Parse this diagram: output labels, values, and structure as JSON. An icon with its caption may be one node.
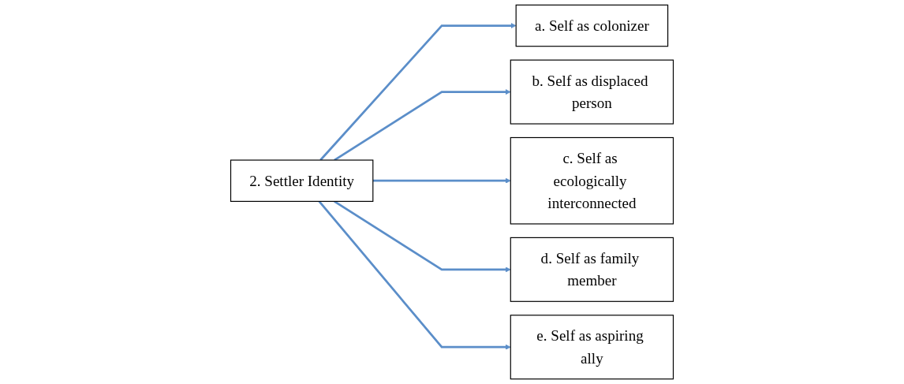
{
  "diagram": {
    "nodes": [
      {
        "text": [
          "2. Settler Identity"
        ]
      },
      {
        "text": [
          "a. Self as colonizer"
        ]
      },
      {
        "text": [
          "b. Self as displaced person"
        ]
      },
      {
        "text": [
          "c. Self as ecologically interconnected"
        ]
      },
      {
        "text": [
          "d. Self as family member"
        ]
      },
      {
        "text": [
          "e. Self as aspiring ally"
        ]
      }
    ],
    "edges": [
      {
        "from": 0,
        "to": 1,
        "arrow": "to"
      },
      {
        "from": 0,
        "to": 2,
        "arrow": "to"
      },
      {
        "from": 0,
        "to": 3,
        "arrow": "to"
      },
      {
        "from": 0,
        "to": 4,
        "arrow": "to"
      },
      {
        "from": 0,
        "to": 5,
        "arrow": "to"
      }
    ]
  }
}
